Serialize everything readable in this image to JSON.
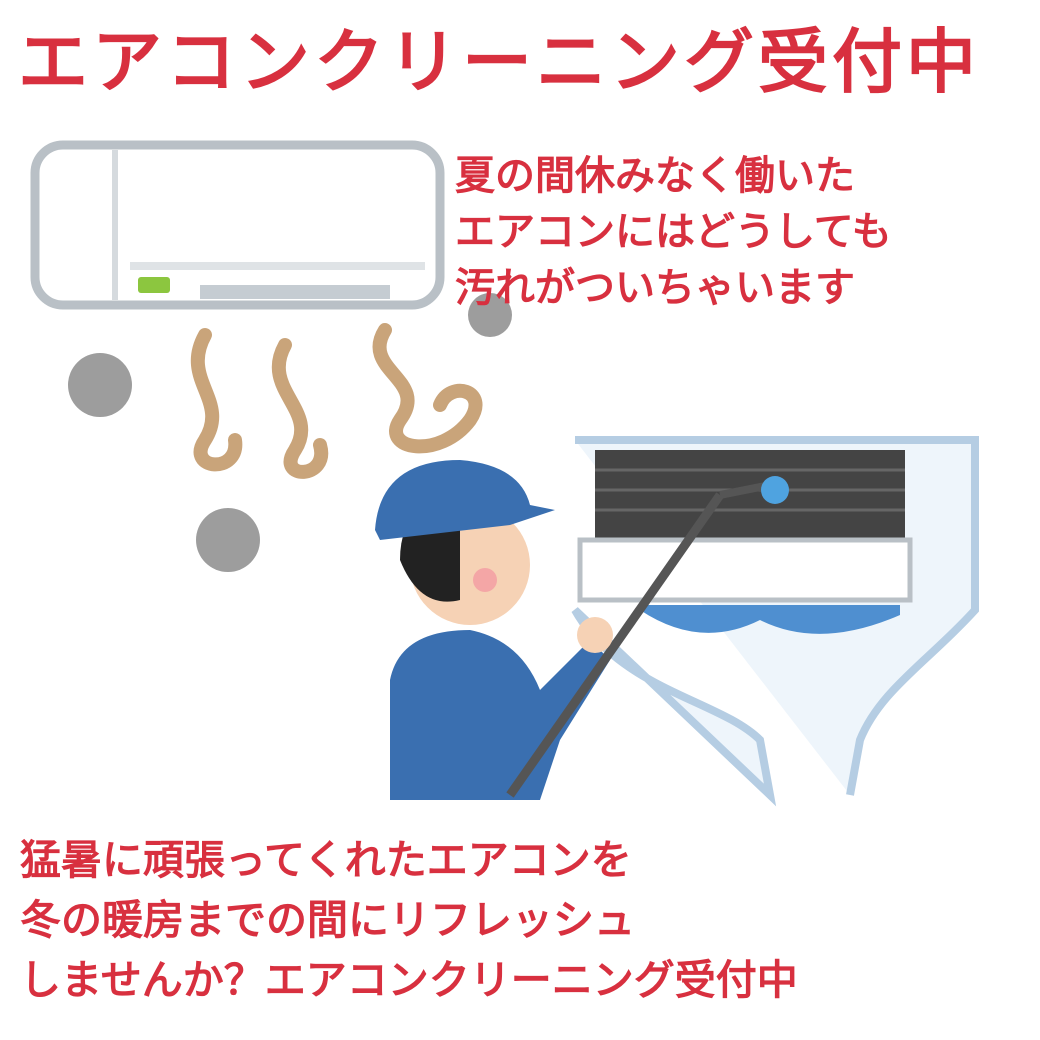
{
  "title": "エアコンクリーニング受付中",
  "side_text": [
    "夏の間休みなく働いた",
    "エアコンにはどうしても",
    "汚れがついちゃいます"
  ],
  "bottom_text": [
    "猛暑に頑張ってくれたエアコンを",
    "冬の暖房までの間にリフレッシュ",
    "しませんか？エアコンクリーニング受付中"
  ],
  "colors": {
    "accent": "#d8303f",
    "cap": "#3a6fb0",
    "dust": "#c9a47a",
    "smoke": "#8c8c8c"
  }
}
